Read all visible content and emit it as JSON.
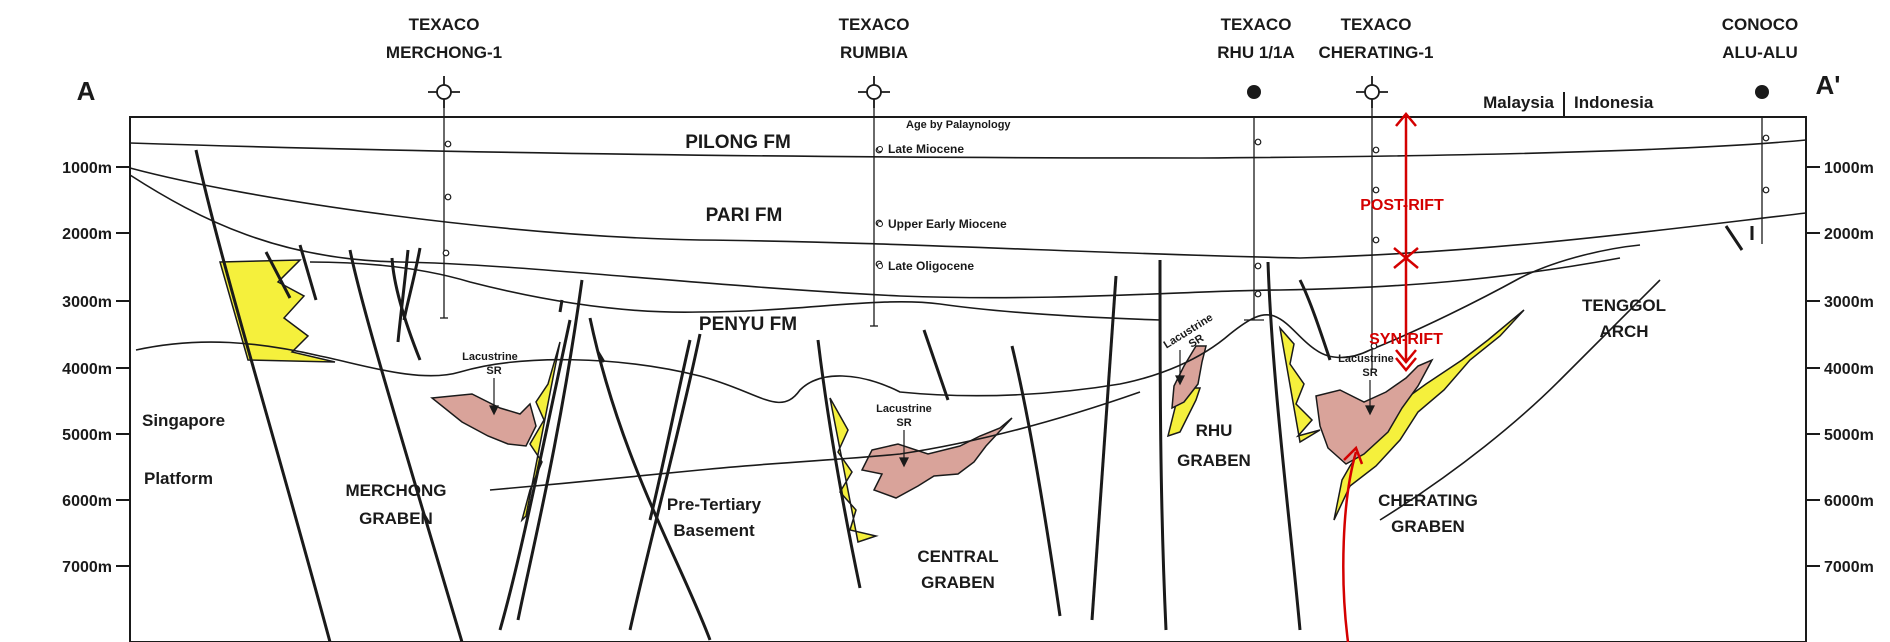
{
  "section": {
    "start_label": "A",
    "end_label": "A'"
  },
  "wells": [
    {
      "operator": "TEXACO",
      "name": "MERCHONG-1"
    },
    {
      "operator": "TEXACO",
      "name": "RUMBIA"
    },
    {
      "operator": "TEXACO",
      "name": "RHU 1/1A"
    },
    {
      "operator": "TEXACO",
      "name": "CHERATING-1"
    },
    {
      "operator": "CONOCO",
      "name": "ALU-ALU"
    }
  ],
  "depth_axis": [
    "1000m",
    "2000m",
    "3000m",
    "4000m",
    "5000m",
    "6000m",
    "7000m"
  ],
  "border": {
    "left": "Malaysia",
    "right": "Indonesia"
  },
  "age_note": {
    "title": "Age by Palaynology",
    "ages": [
      "Late Miocene",
      "Upper Early Miocene",
      "Late Oligocene"
    ]
  },
  "formations": {
    "pilong": "PILONG FM",
    "pari": "PARI FM",
    "penyu": "PENYU FM"
  },
  "source_rock": {
    "line1": "Lacustrine",
    "line2": "SR"
  },
  "features": {
    "singapore": "Singapore",
    "platform": "Platform",
    "merchong_1": "MERCHONG",
    "merchong_2": "GRABEN",
    "pre_tertiary_1": "Pre-Tertiary",
    "pre_tertiary_2": "Basement",
    "central_1": "CENTRAL",
    "central_2": "GRABEN",
    "rhu_1": "RHU",
    "rhu_2": "GRABEN",
    "cherating_1": "CHERATING",
    "cherating_2": "GRABEN",
    "tenggol_1": "TENGGOL",
    "tenggol_2": "ARCH"
  },
  "annotations": {
    "post_rift": "POST-RIFT",
    "syn_rift": "SYN-RIFT"
  },
  "colors": {
    "source_rock_fill": "#d9a39a",
    "syn_rift_fill": "#f5f03c",
    "annotation_red": "#d40000",
    "line": "#1a1a1a"
  }
}
